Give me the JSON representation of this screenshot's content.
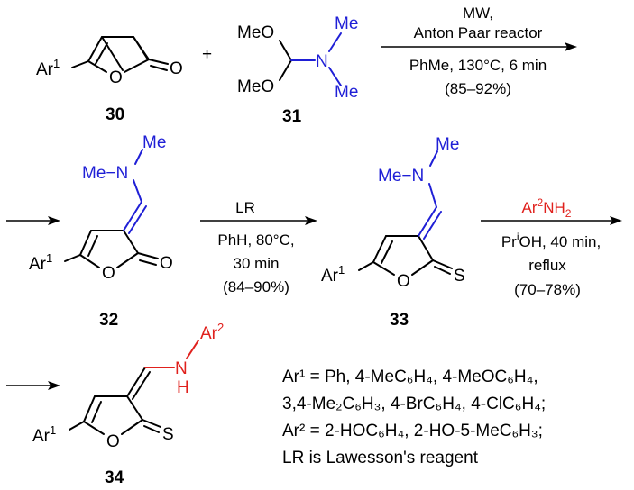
{
  "colors": {
    "amine": "#1f1fd6",
    "reagent": "#e0211d",
    "text": "#000000"
  },
  "compounds": {
    "c30": {
      "number": "30",
      "ar": "Ar",
      "ar_sup": "1",
      "ring_o": "O",
      "carbonyl_o": "O"
    },
    "c31": {
      "number": "31",
      "meo1": "MeO",
      "meo2": "MeO",
      "n": "N",
      "me1": "Me",
      "me2": "Me"
    },
    "c32": {
      "number": "32",
      "ar": "Ar",
      "ar_sup": "1",
      "ring_o": "O",
      "carbonyl_o": "O",
      "me_top": "Me",
      "me_n": "Me−N"
    },
    "c33": {
      "number": "33",
      "ar": "Ar",
      "ar_sup": "1",
      "ring_o": "O",
      "thione_s": "S",
      "me_top": "Me",
      "me_n": "Me−N"
    },
    "c34": {
      "number": "34",
      "ar": "Ar",
      "ar_sup": "1",
      "ring_o": "O",
      "thione_s": "S",
      "ar2": "Ar",
      "ar2_sup": "2",
      "nh_n": "N",
      "nh_h": "H"
    }
  },
  "plus": "+",
  "step1": {
    "cond1": "MW,",
    "cond2": "Anton Paar reactor",
    "cond3": "PhMe, 130°C, 6 min",
    "cond4": "(85–92%)"
  },
  "step2": {
    "reagent": "LR",
    "cond1": "PhH, 80°C,",
    "cond2": "30 min",
    "cond3": "(84–90%)"
  },
  "step3": {
    "reagent_main": "Ar",
    "reagent_sup": "2",
    "reagent_rest": "NH",
    "reagent_sub": "2",
    "cond1_a": "Pr",
    "cond1_sup": "i",
    "cond1_b": "OH, 40 min,",
    "cond2": "reflux",
    "cond3": "(70–78%)"
  },
  "notes": {
    "line1": "Ar¹ = Ph, 4-MeC₆H₄, 4-MeOC₆H₄,",
    "line2": "3,4-Me₂C₆H₃, 4-BrC₆H₄, 4-ClC₆H₄;",
    "line3": "Ar² = 2-HOC₆H₄, 2-HO-5-MeC₆H₃;",
    "line4": "LR is Lawesson's reagent"
  }
}
